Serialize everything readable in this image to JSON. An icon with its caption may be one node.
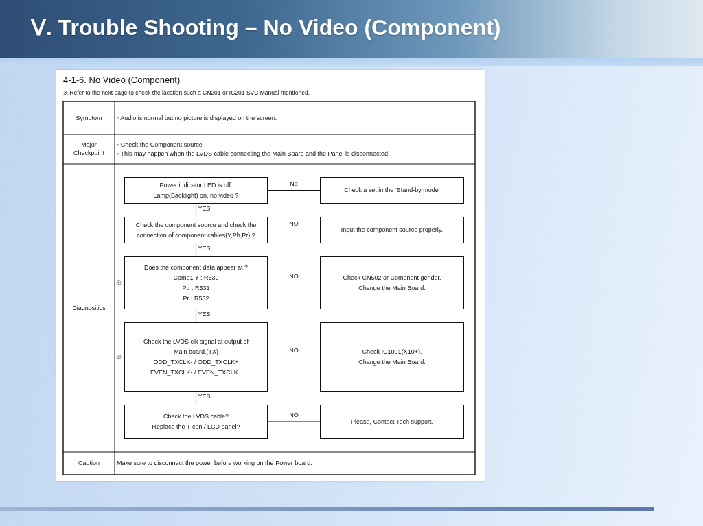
{
  "diagram": {
    "title": "Ⅴ. Trouble Shooting – No Video (Component)",
    "nodes": [
      {
        "text": [
          "Power indicator LED is off. Lamp(Backlight) on, no video ?"
        ]
      },
      {
        "text": [
          "Check a set in the ‘Stand-by mode’"
        ]
      },
      {
        "text": [
          "Check the component source and check the connection of component cables(Y,Pb,Pr) ?"
        ]
      },
      {
        "text": [
          "Input the component source properly."
        ]
      },
      {
        "text": [
          "Does the component data appear at ?",
          "Comp1 Y : R530",
          "Pb : R531",
          "Pr : R532"
        ],
        "beside": [
          "①"
        ]
      },
      {
        "text": [
          "Check CN502 or Compnent gender.",
          "Change the Main Board."
        ]
      },
      {
        "text": [
          "Check the LVDS clk signal at output of Main board.(TX)",
          "ODD_TXCLK- / ODD_TXCLK+",
          "EVEN_TXCLK- / EVEN_TXCLK+"
        ],
        "beside": [
          "②"
        ]
      },
      {
        "text": [
          "Check IC1001(X10+).",
          "Change the Main Board."
        ]
      },
      {
        "text": [
          "Check the LVDS cable?",
          "Replace the T-con / LCD panel?"
        ]
      },
      {
        "text": [
          "Please, Contact Tech support."
        ]
      }
    ],
    "edges": [
      {
        "from": 0,
        "to": 1,
        "arrow": "none",
        "label": "No"
      },
      {
        "from": 0,
        "to": 2,
        "arrow": "none",
        "label": "YES"
      },
      {
        "from": 2,
        "to": 3,
        "arrow": "none",
        "label": "NO"
      },
      {
        "from": 2,
        "to": 4,
        "arrow": "none",
        "label": "YES"
      },
      {
        "from": 4,
        "to": 5,
        "arrow": "none",
        "label": "NO"
      },
      {
        "from": 4,
        "to": 6,
        "arrow": "none",
        "label": "YES"
      },
      {
        "from": 6,
        "to": 7,
        "arrow": "none",
        "label": "NO"
      },
      {
        "from": 6,
        "to": 8,
        "arrow": "none",
        "label": "YES"
      },
      {
        "from": 8,
        "to": 9,
        "arrow": "none",
        "label": "NO"
      }
    ],
    "labels": [
      "4-1-6. No Video (Component)",
      "※ Refer to the next page to check the lacation such a CN201 or IC201 SVC Manual mentioned.",
      "Symptom",
      "◦ Audio is normal but no picture is displayed on the screen.",
      "Major Checkpoint",
      "◦ Check the Component source",
      "◦ This may happen when the LVDS cable connecting the Main Board and the Panel is disconnected.",
      "Diagnositics",
      "Caution",
      "Make sure to disconnect the power before working on the Power board."
    ]
  }
}
